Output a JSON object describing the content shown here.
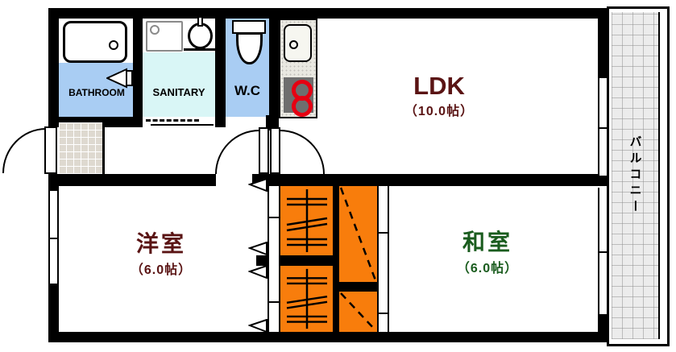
{
  "rooms": {
    "ldk": {
      "label": "LDK",
      "size": "（10.0帖）"
    },
    "western_room": {
      "label": "洋室",
      "size": "（6.0帖）"
    },
    "japanese_room": {
      "label": "和室",
      "size": "（6.0帖）"
    },
    "bathroom": {
      "label": "BATHROOM"
    },
    "sanitary": {
      "label": "SANITARY"
    },
    "wc": {
      "label": "W.C"
    },
    "balcony": {
      "label": "バルコニー"
    }
  },
  "icons": {
    "bathtub-icon": "css-rounded-rect",
    "washing-machine-icon": "css-square-with-knob",
    "wash-basin-icon": "css-oval-with-tap",
    "toilet-icon": "css-tank-and-bowl",
    "kitchen-sink-icon": "css-rounded-rect",
    "gas-stove-icon": "css-two-red-burners",
    "door-swing-icon": "css-quarter-arc",
    "sliding-door-arrow-icon": "svg-left-chevron",
    "futon-closet-icon": "svg-shelf-lines",
    "closet-dashed-icon": "svg-dashed-diagonal"
  },
  "colors": {
    "wall": "#000000",
    "water-room-blue": "#a9cdf3",
    "sanitary-cyan": "#d9f6f6",
    "closet-orange": "#f87d0c",
    "room-label-red": "#5a1414",
    "room-label-green": "#1a5c1e",
    "balcony-gray": "#ececec",
    "stove-gray": "#6e6e6e",
    "burner-red": "#e60012",
    "counter-gray": "#e9e8e1",
    "tile-gray": "#ded9d0"
  }
}
